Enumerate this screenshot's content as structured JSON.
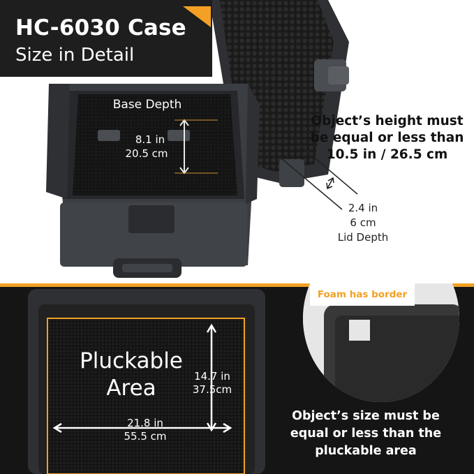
{
  "title": {
    "main": "HC-6030 Case",
    "sub": "Size in Detail"
  },
  "base_depth": {
    "label": "Base Depth",
    "inches": "8.1 in",
    "cm": "20.5 cm"
  },
  "height_requirement": {
    "line1": "Object’s height must",
    "line2": "be equal or less than",
    "line3": "10.5 in / 26.5 cm"
  },
  "lid_depth": {
    "inches": "2.4 in",
    "cm": "6 cm",
    "label": "Lid Depth"
  },
  "pluckable": {
    "line1": "Pluckable",
    "line2": "Area",
    "height_in": "14.7 in",
    "height_cm": "37.5cm",
    "width_in": "21.8 in",
    "width_cm": "55.5 cm"
  },
  "foam": {
    "label": "Foam has border"
  },
  "object_size": {
    "line1": "Object’s size must be",
    "line2": "equal or less than the",
    "line3": "pluckable area"
  },
  "colors": {
    "accent": "#f3a024",
    "dark": "#1e1e1e",
    "case": "#3a3d42"
  }
}
